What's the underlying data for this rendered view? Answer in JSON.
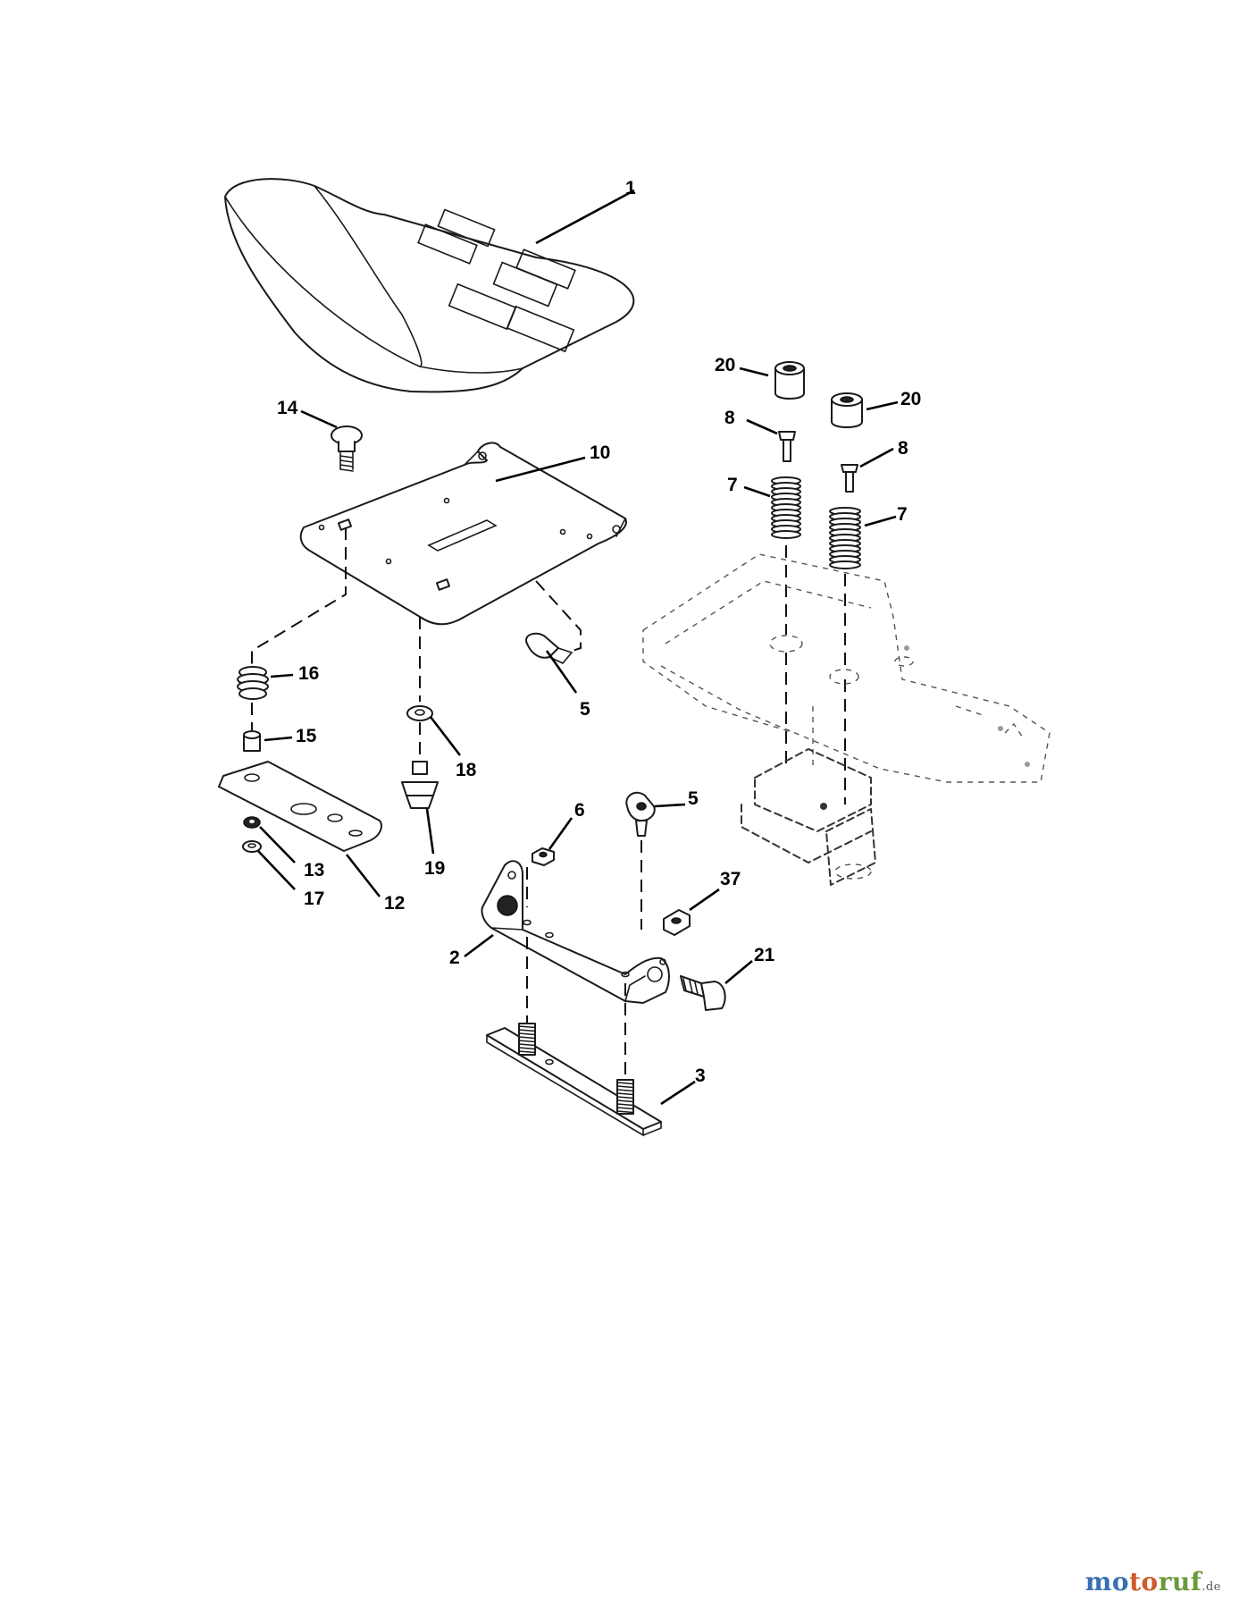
{
  "callouts": [
    {
      "id": "c1",
      "text": "1"
    },
    {
      "id": "c20a",
      "text": "20"
    },
    {
      "id": "c20b",
      "text": "20"
    },
    {
      "id": "c14",
      "text": "14"
    },
    {
      "id": "c10",
      "text": "10"
    },
    {
      "id": "c8a",
      "text": "8"
    },
    {
      "id": "c8b",
      "text": "8"
    },
    {
      "id": "c7a",
      "text": "7"
    },
    {
      "id": "c7b",
      "text": "7"
    },
    {
      "id": "c16",
      "text": "16"
    },
    {
      "id": "c5a",
      "text": "5"
    },
    {
      "id": "c15",
      "text": "15"
    },
    {
      "id": "c18",
      "text": "18"
    },
    {
      "id": "c6",
      "text": "6"
    },
    {
      "id": "c5b",
      "text": "5"
    },
    {
      "id": "c13",
      "text": "13"
    },
    {
      "id": "c19",
      "text": "19"
    },
    {
      "id": "c17",
      "text": "17"
    },
    {
      "id": "c12",
      "text": "12"
    },
    {
      "id": "c37",
      "text": "37"
    },
    {
      "id": "c2",
      "text": "2"
    },
    {
      "id": "c21",
      "text": "21"
    },
    {
      "id": "c3",
      "text": "3"
    }
  ],
  "watermark": {
    "part1": "mo",
    "part2": "to",
    "part3": "ruf",
    "suffix": ".de"
  },
  "colors": {
    "line": "#1a1a1a",
    "watermark_blue": "#3a6fb0",
    "watermark_orange": "#d05a2a",
    "watermark_green": "#6b9a3a"
  }
}
